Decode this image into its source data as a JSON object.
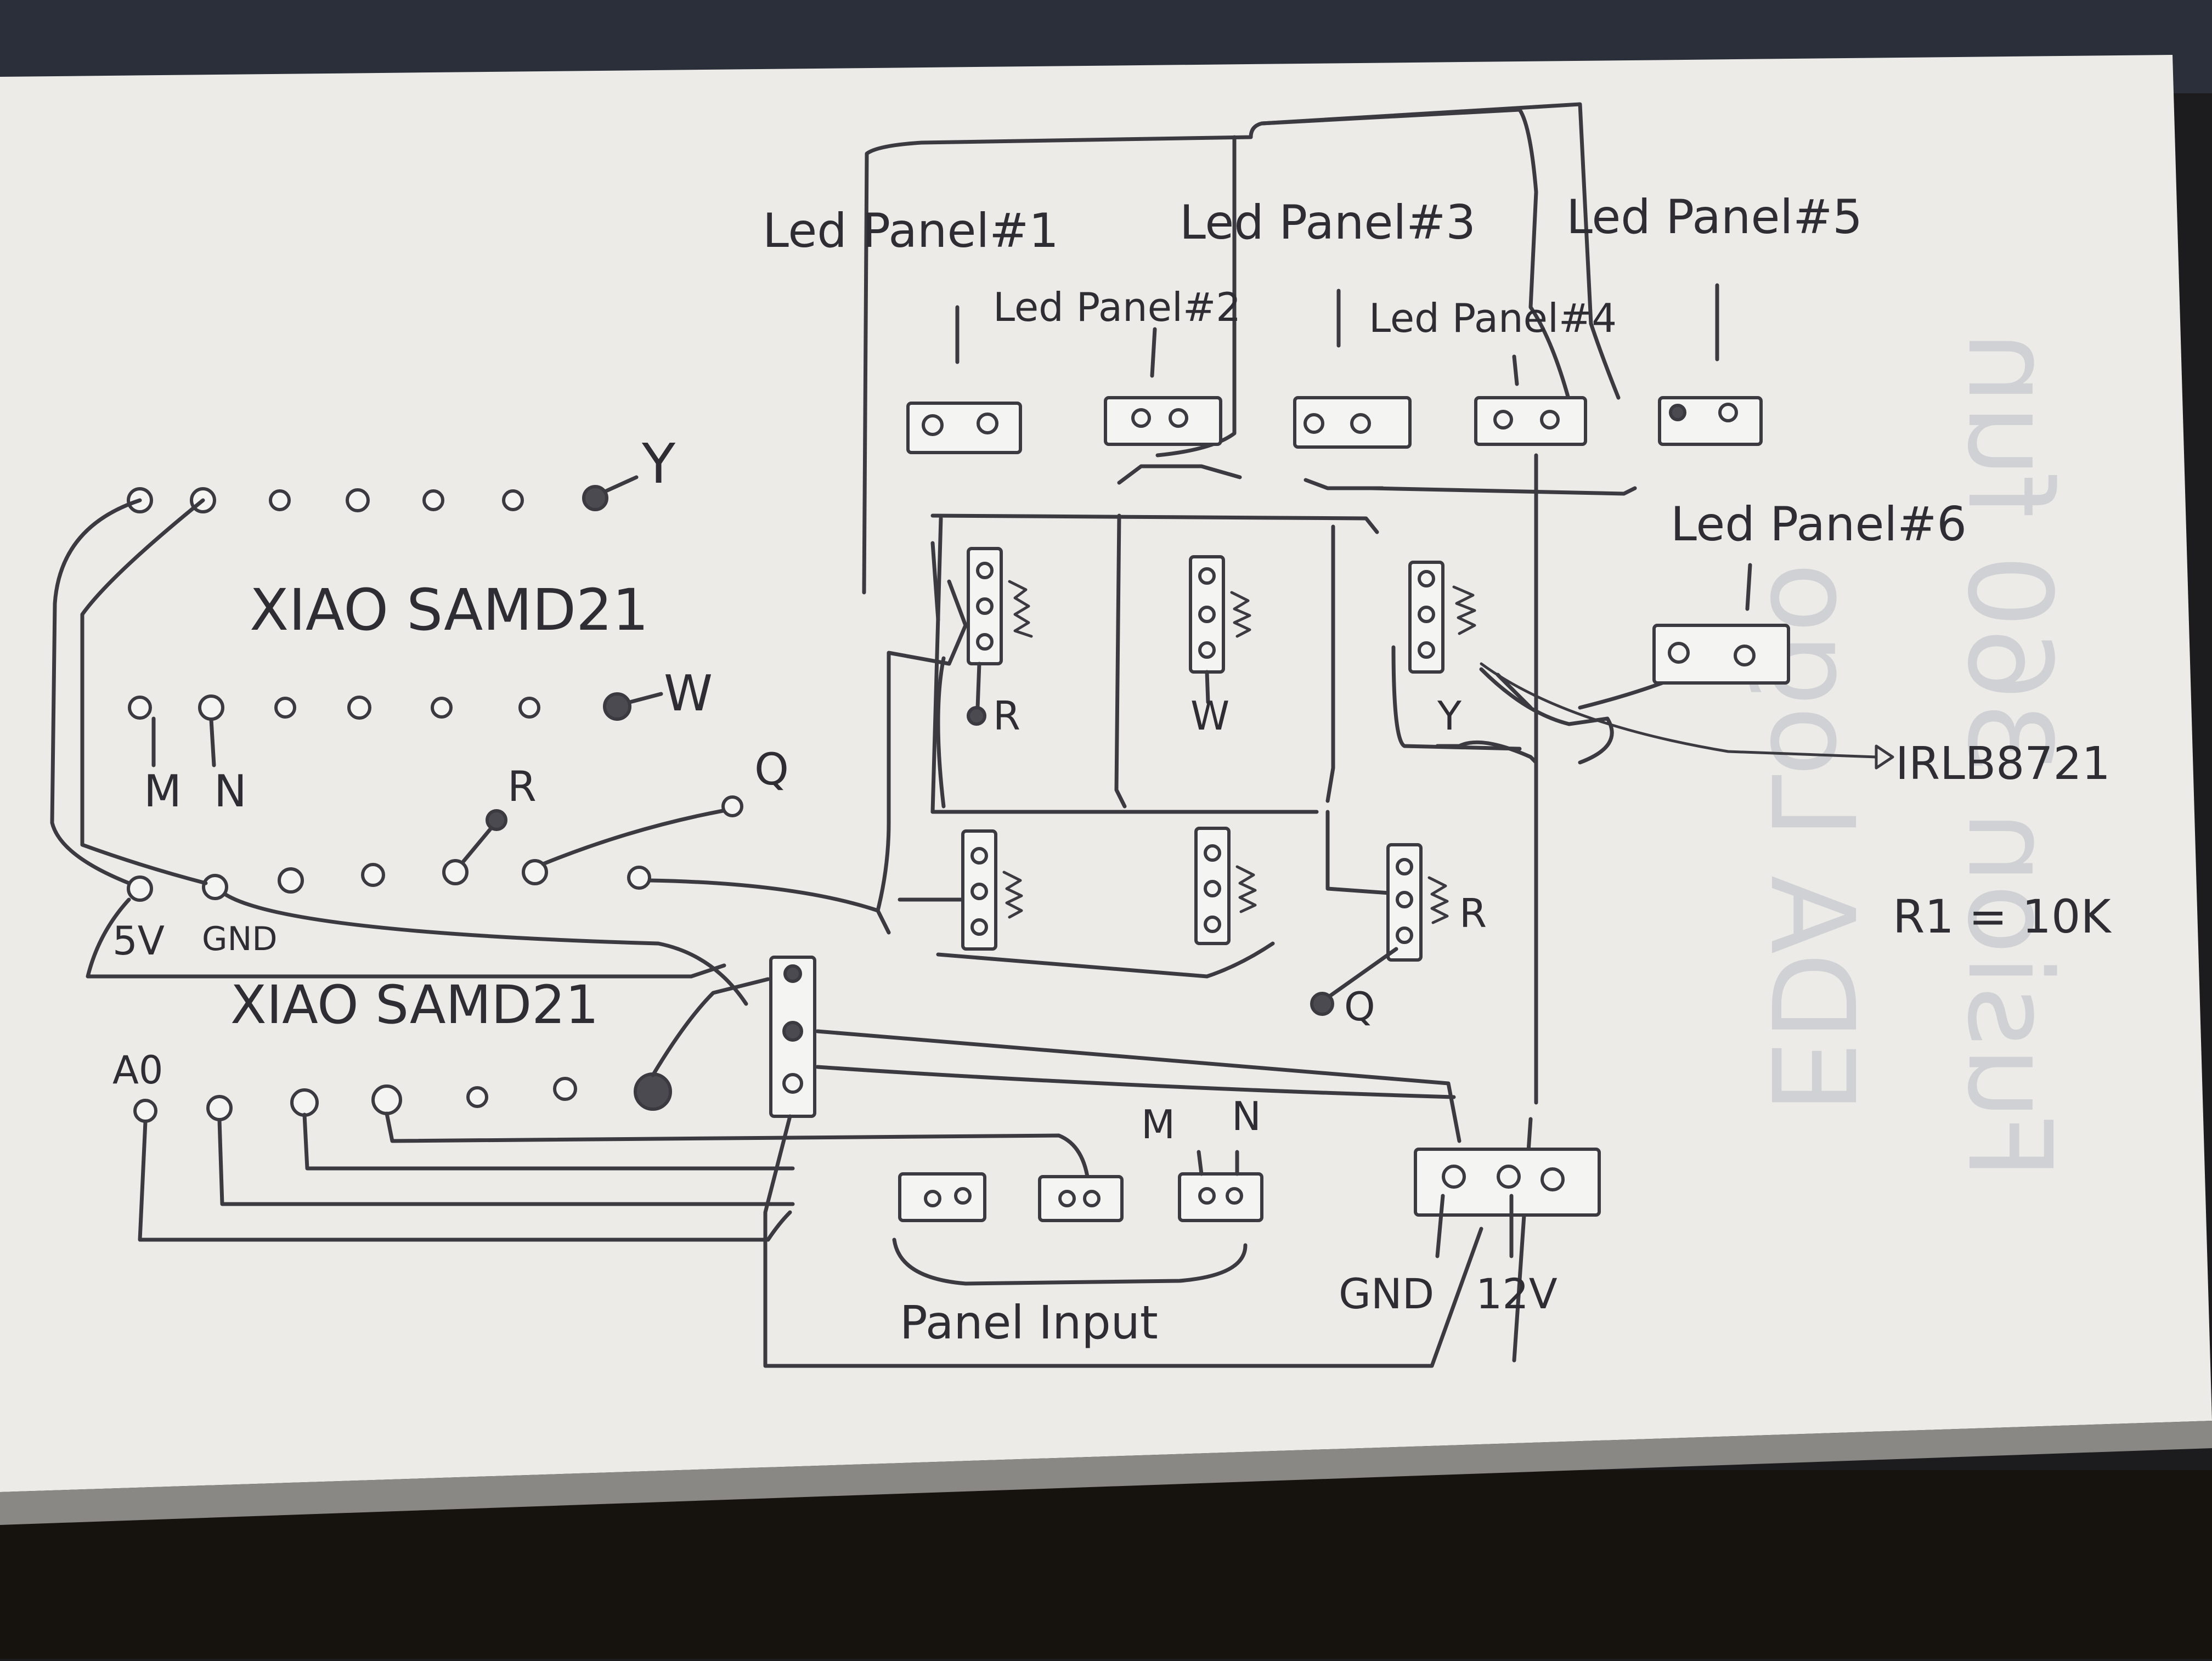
{
  "boards": {
    "top": "XIAO SAMD21",
    "bottom": "XIAO SAMD21"
  },
  "panels": {
    "p1": "Led Panel#1",
    "p2": "Led Panel#2",
    "p3": "Led Panel#3",
    "p4": "Led Panel#4",
    "p5": "Led Panel#5",
    "p6": "Led Panel#6"
  },
  "pins": {
    "y": "Y",
    "w": "W",
    "m": "M",
    "n": "N",
    "r": "R",
    "q": "Q",
    "fivev": "5V",
    "gnd": "GND",
    "a0": "A0"
  },
  "mosfet_labels": {
    "r": "R",
    "w": "W",
    "y": "Y",
    "q": "Q"
  },
  "part": "IRLB8721",
  "resistor_note": "R1 = 10K",
  "power": {
    "gnd": "GND",
    "v12": "12V"
  },
  "panel_input": "Panel Input",
  "panel_input_pins": {
    "m": "M",
    "n": "N"
  },
  "background_text": {
    "line1": "Fusion 360 fun",
    "line2": "EDA Logo"
  }
}
